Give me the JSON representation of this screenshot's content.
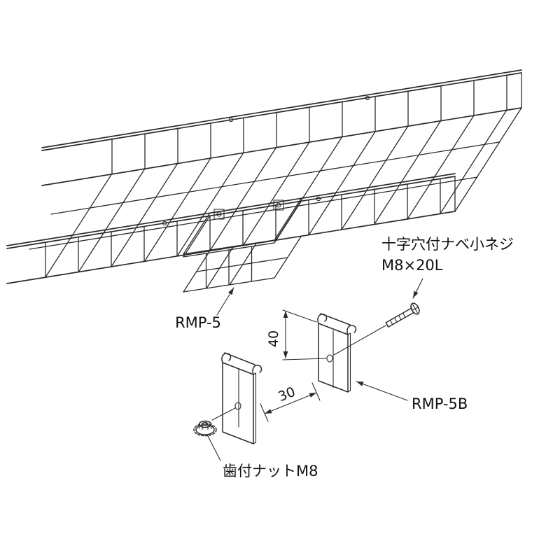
{
  "colors": {
    "bg": "#ffffff",
    "line": "#2b2b2b",
    "text": "#111111"
  },
  "diagram": {
    "labels": {
      "junction_connector": "RMP-5",
      "bracket": "RMP-5B",
      "screw_name": "十字穴付ナベ小ネジ",
      "screw_size": "M8×20L",
      "nut": "歯付ナットM8"
    },
    "dimensions": {
      "plate_height": "40",
      "plate_gap": "30"
    }
  }
}
